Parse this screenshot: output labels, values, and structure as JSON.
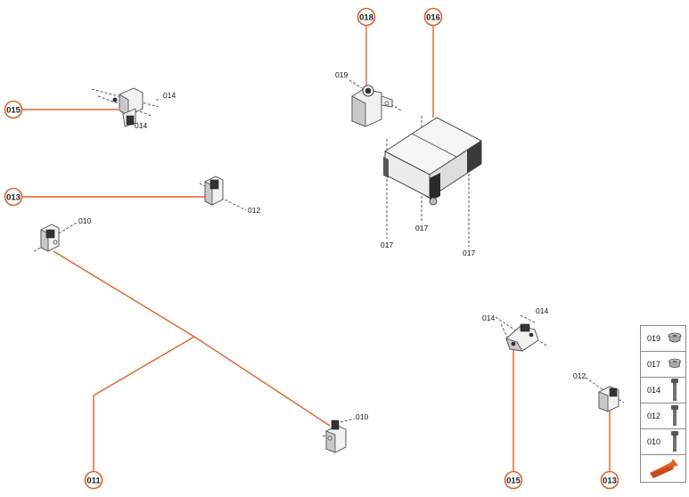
{
  "callouts": {
    "c018": "018",
    "c016": "016",
    "c015_top": "015",
    "c013_left": "013",
    "c011": "011",
    "c015_bottom": "015",
    "c013_bottom": "013"
  },
  "labels": {
    "l019": "019",
    "l014_a": "014",
    "l014_b": "014",
    "l012_a": "012",
    "l010_a": "010",
    "l017_a": "017",
    "l017_b": "017",
    "l017_c": "017",
    "l010_b": "010",
    "l014_c": "014",
    "l014_d": "014",
    "l012_b": "012"
  },
  "legend": {
    "items": [
      {
        "code": "019",
        "icon": "nut-flange-icon"
      },
      {
        "code": "017",
        "icon": "nut-icon"
      },
      {
        "code": "014",
        "icon": "bolt-long-icon"
      },
      {
        "code": "012",
        "icon": "bolt-medium-icon"
      },
      {
        "code": "010",
        "icon": "bolt-short-icon"
      }
    ],
    "nav_icon": "orange-arrow-icon"
  },
  "colors": {
    "accent": "#e0622a",
    "line": "#333333"
  }
}
